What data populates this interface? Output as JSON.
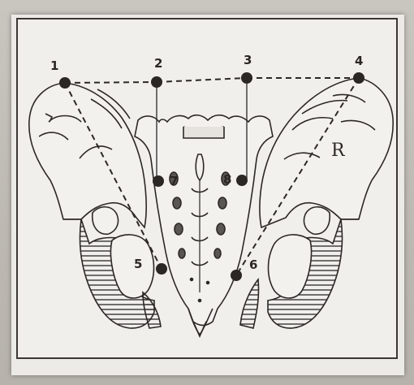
{
  "figure": {
    "landmarks": [
      {
        "id": "1",
        "label": "1"
      },
      {
        "id": "2",
        "label": "2"
      },
      {
        "id": "3",
        "label": "3"
      },
      {
        "id": "4",
        "label": "4"
      },
      {
        "id": "5",
        "label": "5"
      },
      {
        "id": "6",
        "label": "6"
      },
      {
        "id": "7",
        "label": "7"
      },
      {
        "id": "8",
        "label": "8"
      }
    ],
    "side_marker": "R",
    "colors": {
      "ink": "#2b2826",
      "paper": "#f1efec",
      "dot": "#2a2725"
    }
  }
}
